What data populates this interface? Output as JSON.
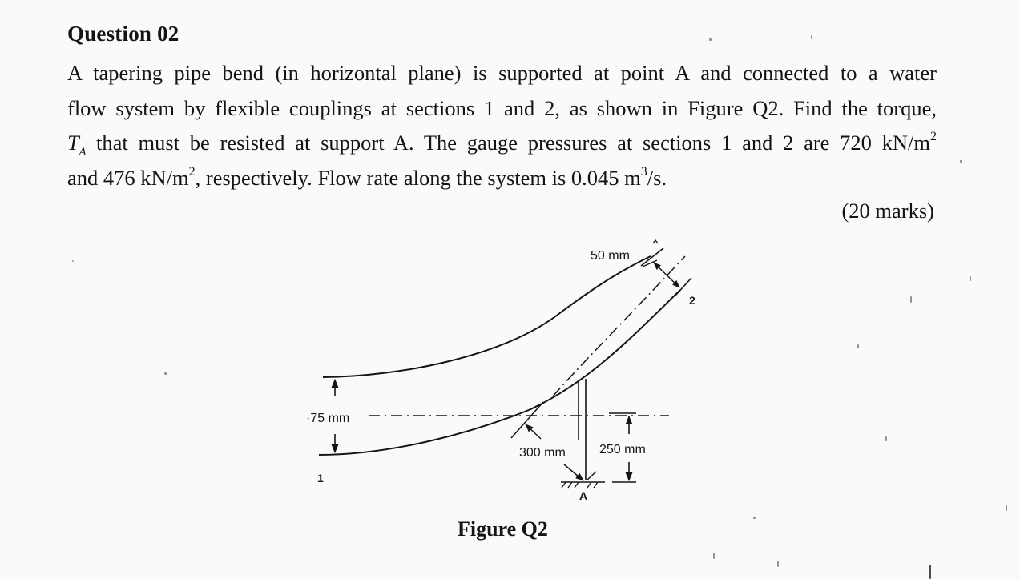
{
  "question": {
    "title": "Question 02",
    "lines": [
      "A tapering pipe bend (in horizontal plane) is supported at point A and connected to a water",
      "flow system by flexible couplings at sections 1 and 2, as shown in Figure Q2. Find the torque,"
    ],
    "line3": {
      "symbol": "T",
      "symbol_sub": "A",
      "text": " that must be resisted at support A.  The gauge pressures at sections 1 and 2 are 720 kN/m",
      "sup": "2"
    },
    "line4": {
      "text_a": "and 476 kN/m",
      "sup_a": "2",
      "text_b": ", respectively. Flow rate along the system is 0.045 m",
      "sup_b": "3",
      "text_c": "/s."
    },
    "marks": "(20 marks)"
  },
  "figure": {
    "caption": "Figure Q2",
    "labels": {
      "dia_section2": "50 mm",
      "dia_section1": "·75 mm",
      "radius": "300 mm",
      "offset": "250 mm",
      "section1": "1",
      "section2": "2",
      "support": "A"
    },
    "values": {
      "section1_diameter_mm": 75,
      "section2_diameter_mm": 50,
      "bend_radius_mm": 300,
      "support_offset_mm": 250,
      "p1_kN_per_m2": 720,
      "p2_kN_per_m2": 476,
      "flow_rate_m3_per_s": 0.045
    }
  }
}
